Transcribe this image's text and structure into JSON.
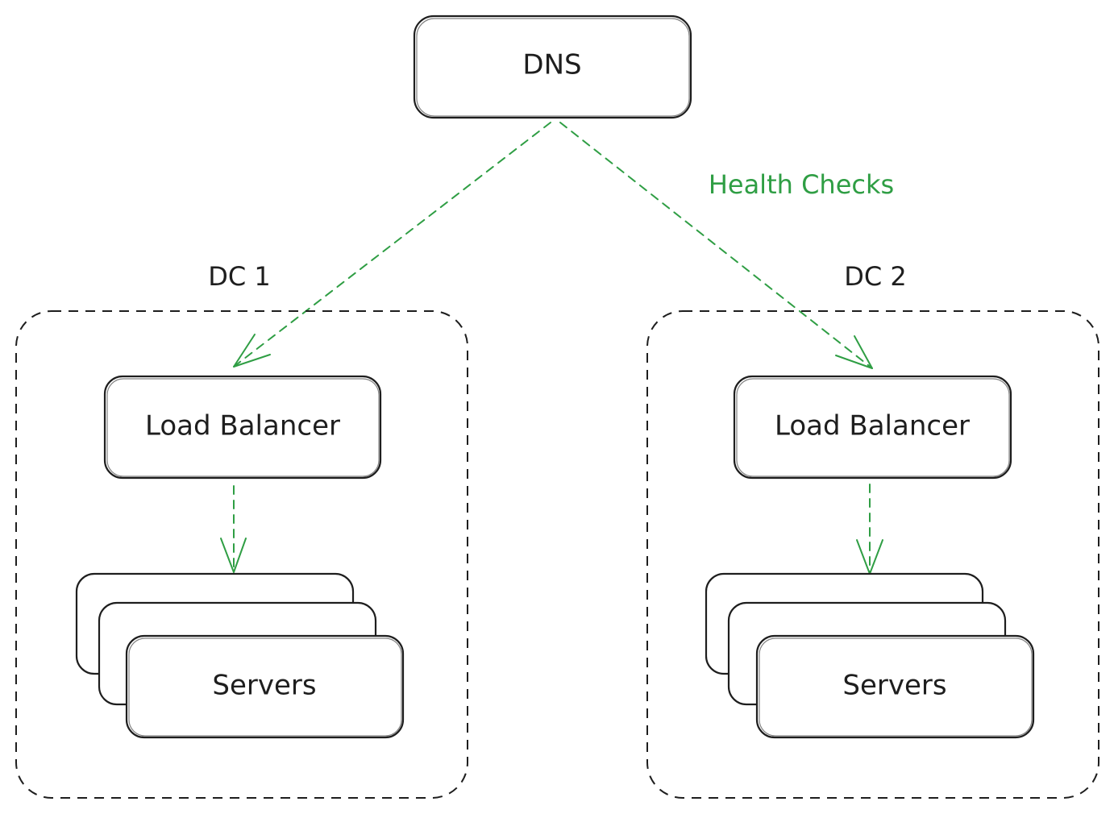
{
  "colors": {
    "stroke": "#1e1e1e",
    "accent": "#2f9e44",
    "background": "#ffffff"
  },
  "dns": {
    "label": "DNS"
  },
  "edge_label": "Health Checks",
  "datacenters": [
    {
      "title": "DC 1",
      "load_balancer": "Load Balancer",
      "servers": "Servers"
    },
    {
      "title": "DC 2",
      "load_balancer": "Load Balancer",
      "servers": "Servers"
    }
  ]
}
